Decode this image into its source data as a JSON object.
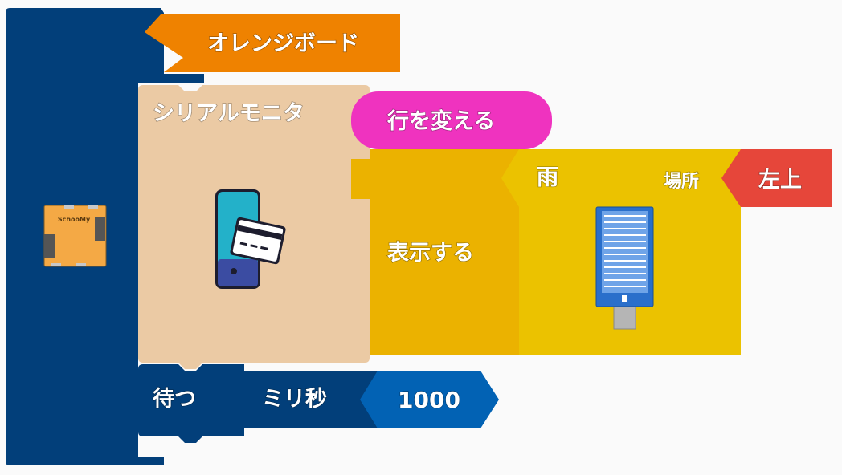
{
  "workspace": {
    "board_block": {
      "label": "オレンジボード",
      "board_chip_label": "SchooMy"
    },
    "serial_monitor_block": {
      "label": "シリアルモニタ",
      "icon": "smartphone-card-icon"
    },
    "newline_block": {
      "label": "行を変える"
    },
    "display_block": {
      "label": "表示する"
    },
    "rain_sensor_block": {
      "label": "雨",
      "place_label": "場所",
      "icon": "rain-sensor-icon"
    },
    "position_block": {
      "label": "左上"
    },
    "wait_block": {
      "label": "待つ",
      "unit_label": "ミリ秒",
      "value": "1000"
    }
  },
  "colors": {
    "board_block": "#023f7a",
    "orange_header": "#ef8200",
    "serial_monitor": "#ebcaa4",
    "newline": "#ef33bf",
    "display": "#ebb200",
    "sensor": "#ebc200",
    "position": "#e6463a",
    "wait": "#023f7a",
    "number": "#0262b4"
  }
}
